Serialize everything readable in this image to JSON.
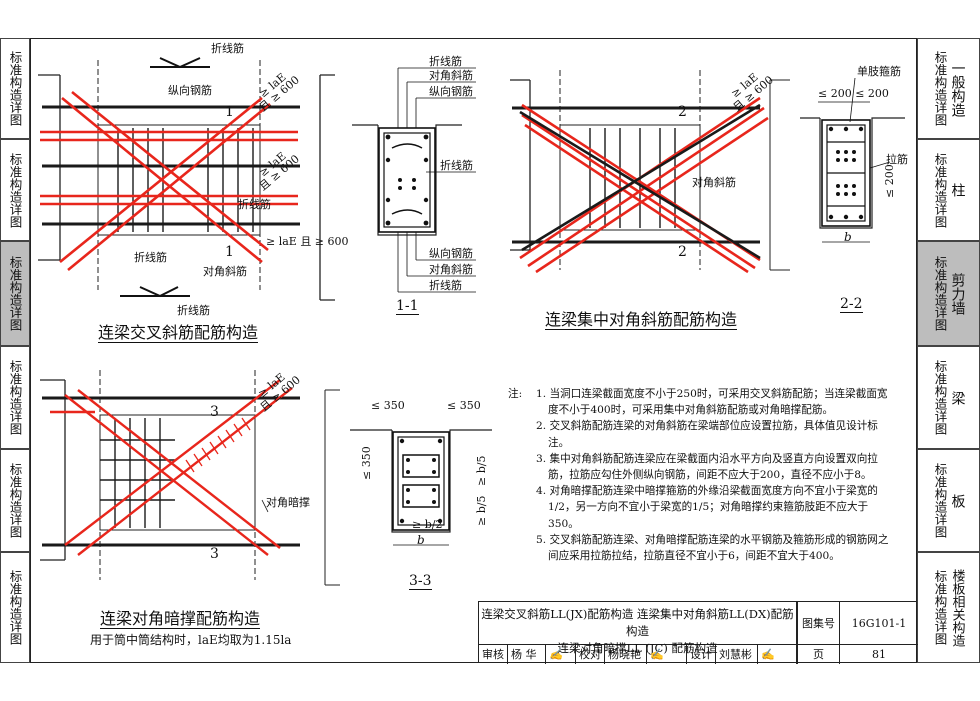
{
  "left_tabs": [
    {
      "label": "标准构造详图"
    },
    {
      "label": "标准构造详图"
    },
    {
      "label": "标准构造详图",
      "active": true
    },
    {
      "label": "标准构造详图"
    },
    {
      "label": "标准构造详图"
    },
    {
      "label": "标准构造详图"
    }
  ],
  "right_tabs": [
    {
      "label": "标准构造详图",
      "category": "一般构造"
    },
    {
      "label": "标准构造详图",
      "category": "柱"
    },
    {
      "label": "标准构造详图",
      "category": "剪力墙",
      "active": true
    },
    {
      "label": "标准构造详图",
      "category": "梁"
    },
    {
      "label": "标准构造详图",
      "category": "板"
    },
    {
      "label": "标准构造详图",
      "category": "楼板相关构造"
    }
  ],
  "drawings": {
    "cross": {
      "title": "连梁交叉斜筋配筋构造",
      "labels": {
        "bent_top": "折线筋",
        "longitudinal": "纵向钢筋",
        "bent_mid": "折线筋",
        "bent_left": "折线筋",
        "diag": "对角斜筋",
        "bent_bottom": "折线筋",
        "section_mark": "1",
        "lae_1": "≥ laE",
        "lae_1b": "且 ≥ 600",
        "lae_2": "≥ laE",
        "lae_2b": "且 ≥ 600",
        "lae_3": "≥ laE 且 ≥ 600"
      }
    },
    "section11": {
      "label": "1-1",
      "labels": {
        "a": "折线筋",
        "b": "对角斜筋",
        "c": "纵向钢筋",
        "d": "折线筋",
        "e": "纵向钢筋",
        "f": "对角斜筋",
        "g": "折线筋"
      }
    },
    "concentrated": {
      "title": "连梁集中对角斜筋配筋构造",
      "labels": {
        "diag": "对角斜筋",
        "section_mark": "2",
        "lae_1": "≥ laE",
        "lae_1b": "且 ≥ 600"
      }
    },
    "section22": {
      "label": "2-2",
      "labels": {
        "single_stirrup": "单肢箍筋",
        "spacing": "≤ 200 ≤ 200",
        "tie": "拉筋",
        "v200": "≤ 200",
        "b": "b"
      }
    },
    "brace": {
      "title": "连梁对角暗撑配筋构造",
      "subtitle": "用于筒中筒结构时，laE均取为1.15la",
      "labels": {
        "brace": "对角暗撑",
        "section_mark": "3",
        "lae_1": "≥ laE",
        "lae_1b": "且 ≥ 600"
      }
    },
    "section33": {
      "label": "3-3",
      "labels": {
        "s350a": "≤ 350",
        "s350b": "≤ 350",
        "v350": "≤ 350",
        "b5a": "≥ b/5",
        "b5b": "≥ b/5",
        "b2": "≥ b/2",
        "b": "b"
      }
    }
  },
  "notes": {
    "head": "注:",
    "items": [
      "1. 当洞口连梁截面宽度不小于250时，可采用交叉斜筋配筋；当连梁截面宽度不小于400时，可采用集中对角斜筋配筋或对角暗撑配筋。",
      "2. 交叉斜筋配筋连梁的对角斜筋在梁端部位应设置拉筋，具体值见设计标注。",
      "3. 集中对角斜筋配筋连梁应在梁截面内沿水平方向及竖直方向设置双向拉筋，拉筋应勾住外侧纵向钢筋，间距不应大于200，直径不应小于8。",
      "4. 对角暗撑配筋连梁中暗撑箍筋的外缘沿梁截面宽度方向不宜小于梁宽的1/2，另一方向不宜小于梁宽的1/5；对角暗撑约束箍筋肢距不应大于350。",
      "5. 交叉斜筋配筋连梁、对角暗撑配筋连梁的水平钢筋及箍筋形成的钢筋网之间应采用拉筋拉结，拉筋直径不宜小于6，间距不宜大于400。"
    ]
  },
  "title_block": {
    "line1": "连梁交叉斜筋LL(JX)配筋构造  连梁集中对角斜筋LL(DX)配筋构造",
    "line2": "连梁对角暗撑LL (JC) 配筋构造",
    "atlas_label": "图集号",
    "atlas_value": "16G101-1",
    "page_label": "页",
    "page_value": "81",
    "review_label": "审核",
    "reviewer": "杨 华",
    "check_label": "校对",
    "checker": "杨晓艳",
    "design_label": "设计",
    "designer": "刘慧彬"
  },
  "colors": {
    "rebar_red": "#e8261c",
    "rebar_dark": "#1a1a1a",
    "active_tab": "#bdbdbd"
  }
}
